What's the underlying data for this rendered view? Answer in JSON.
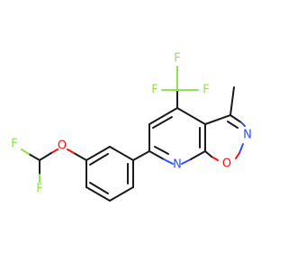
{
  "molecule": {
    "atoms": {
      "F_tf_top": {
        "label": "F"
      },
      "F_tf_left": {
        "label": "F"
      },
      "F_tf_right": {
        "label": "F"
      },
      "F_dfm_top": {
        "label": "F"
      },
      "F_dfm_bottom": {
        "label": "F"
      },
      "O_ether": {
        "label": "O"
      },
      "O_ring": {
        "label": "O"
      },
      "N_isox": {
        "label": "N"
      },
      "N_pyr": {
        "label": "N"
      }
    },
    "colors": {
      "carbon_bond": "#1a1a1a",
      "oxygen": "#ff0d0d",
      "nitrogen": "#3050f8",
      "fluorine": "#90e050"
    }
  }
}
